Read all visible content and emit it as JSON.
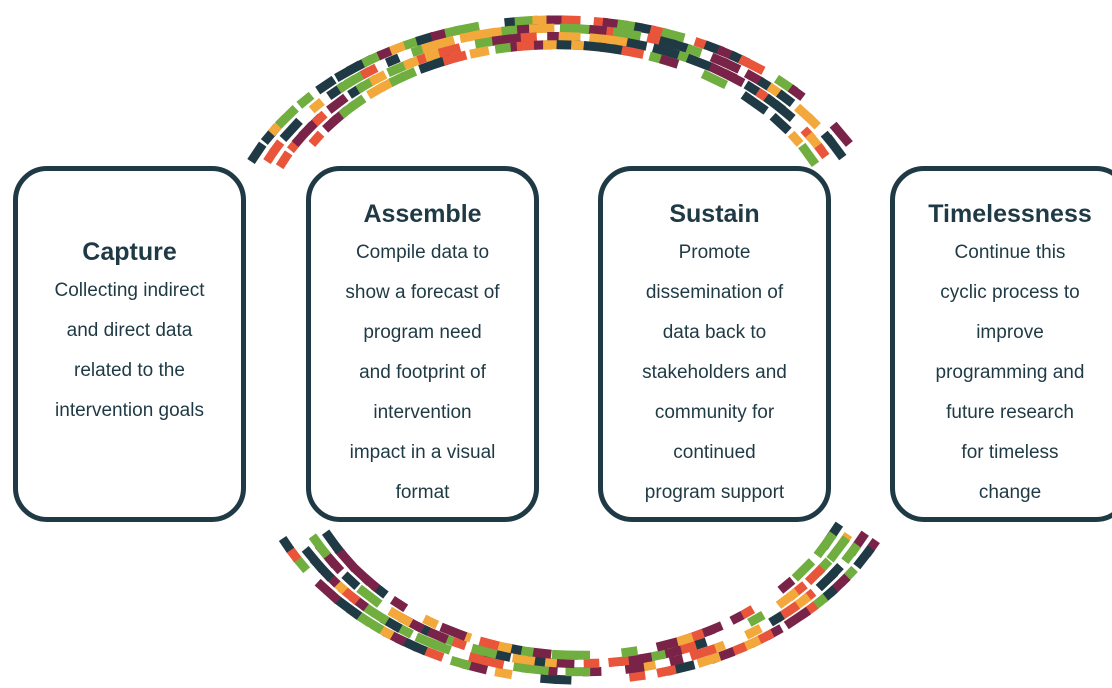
{
  "colors": {
    "border": "#1f3a45",
    "text": "#1f3a45",
    "stripe_palette": [
      "#1f3a45",
      "#e8553a",
      "#f2a83b",
      "#6fae3f",
      "#7a2349"
    ]
  },
  "decoration": {
    "top_arc": "segmented-color-stripe-arc",
    "bottom_arc": "segmented-color-stripe-arc"
  },
  "cards": [
    {
      "title": "Capture",
      "lines": [
        "Collecting indirect",
        "and direct data",
        "related to the",
        "intervention goals"
      ]
    },
    {
      "title": "Assemble",
      "lines": [
        "Compile data to",
        "show a forecast of",
        "program need",
        "and footprint of",
        "intervention",
        "impact in a visual",
        "format"
      ]
    },
    {
      "title": "Sustain",
      "lines": [
        "Promote",
        "dissemination of",
        "data back to",
        "stakeholders and",
        "community for",
        "continued",
        "program support"
      ]
    },
    {
      "title": "Timelessness",
      "lines": [
        "Continue this",
        "cyclic process to",
        "improve",
        "programming and",
        "future research",
        "for timeless",
        "change"
      ]
    }
  ]
}
